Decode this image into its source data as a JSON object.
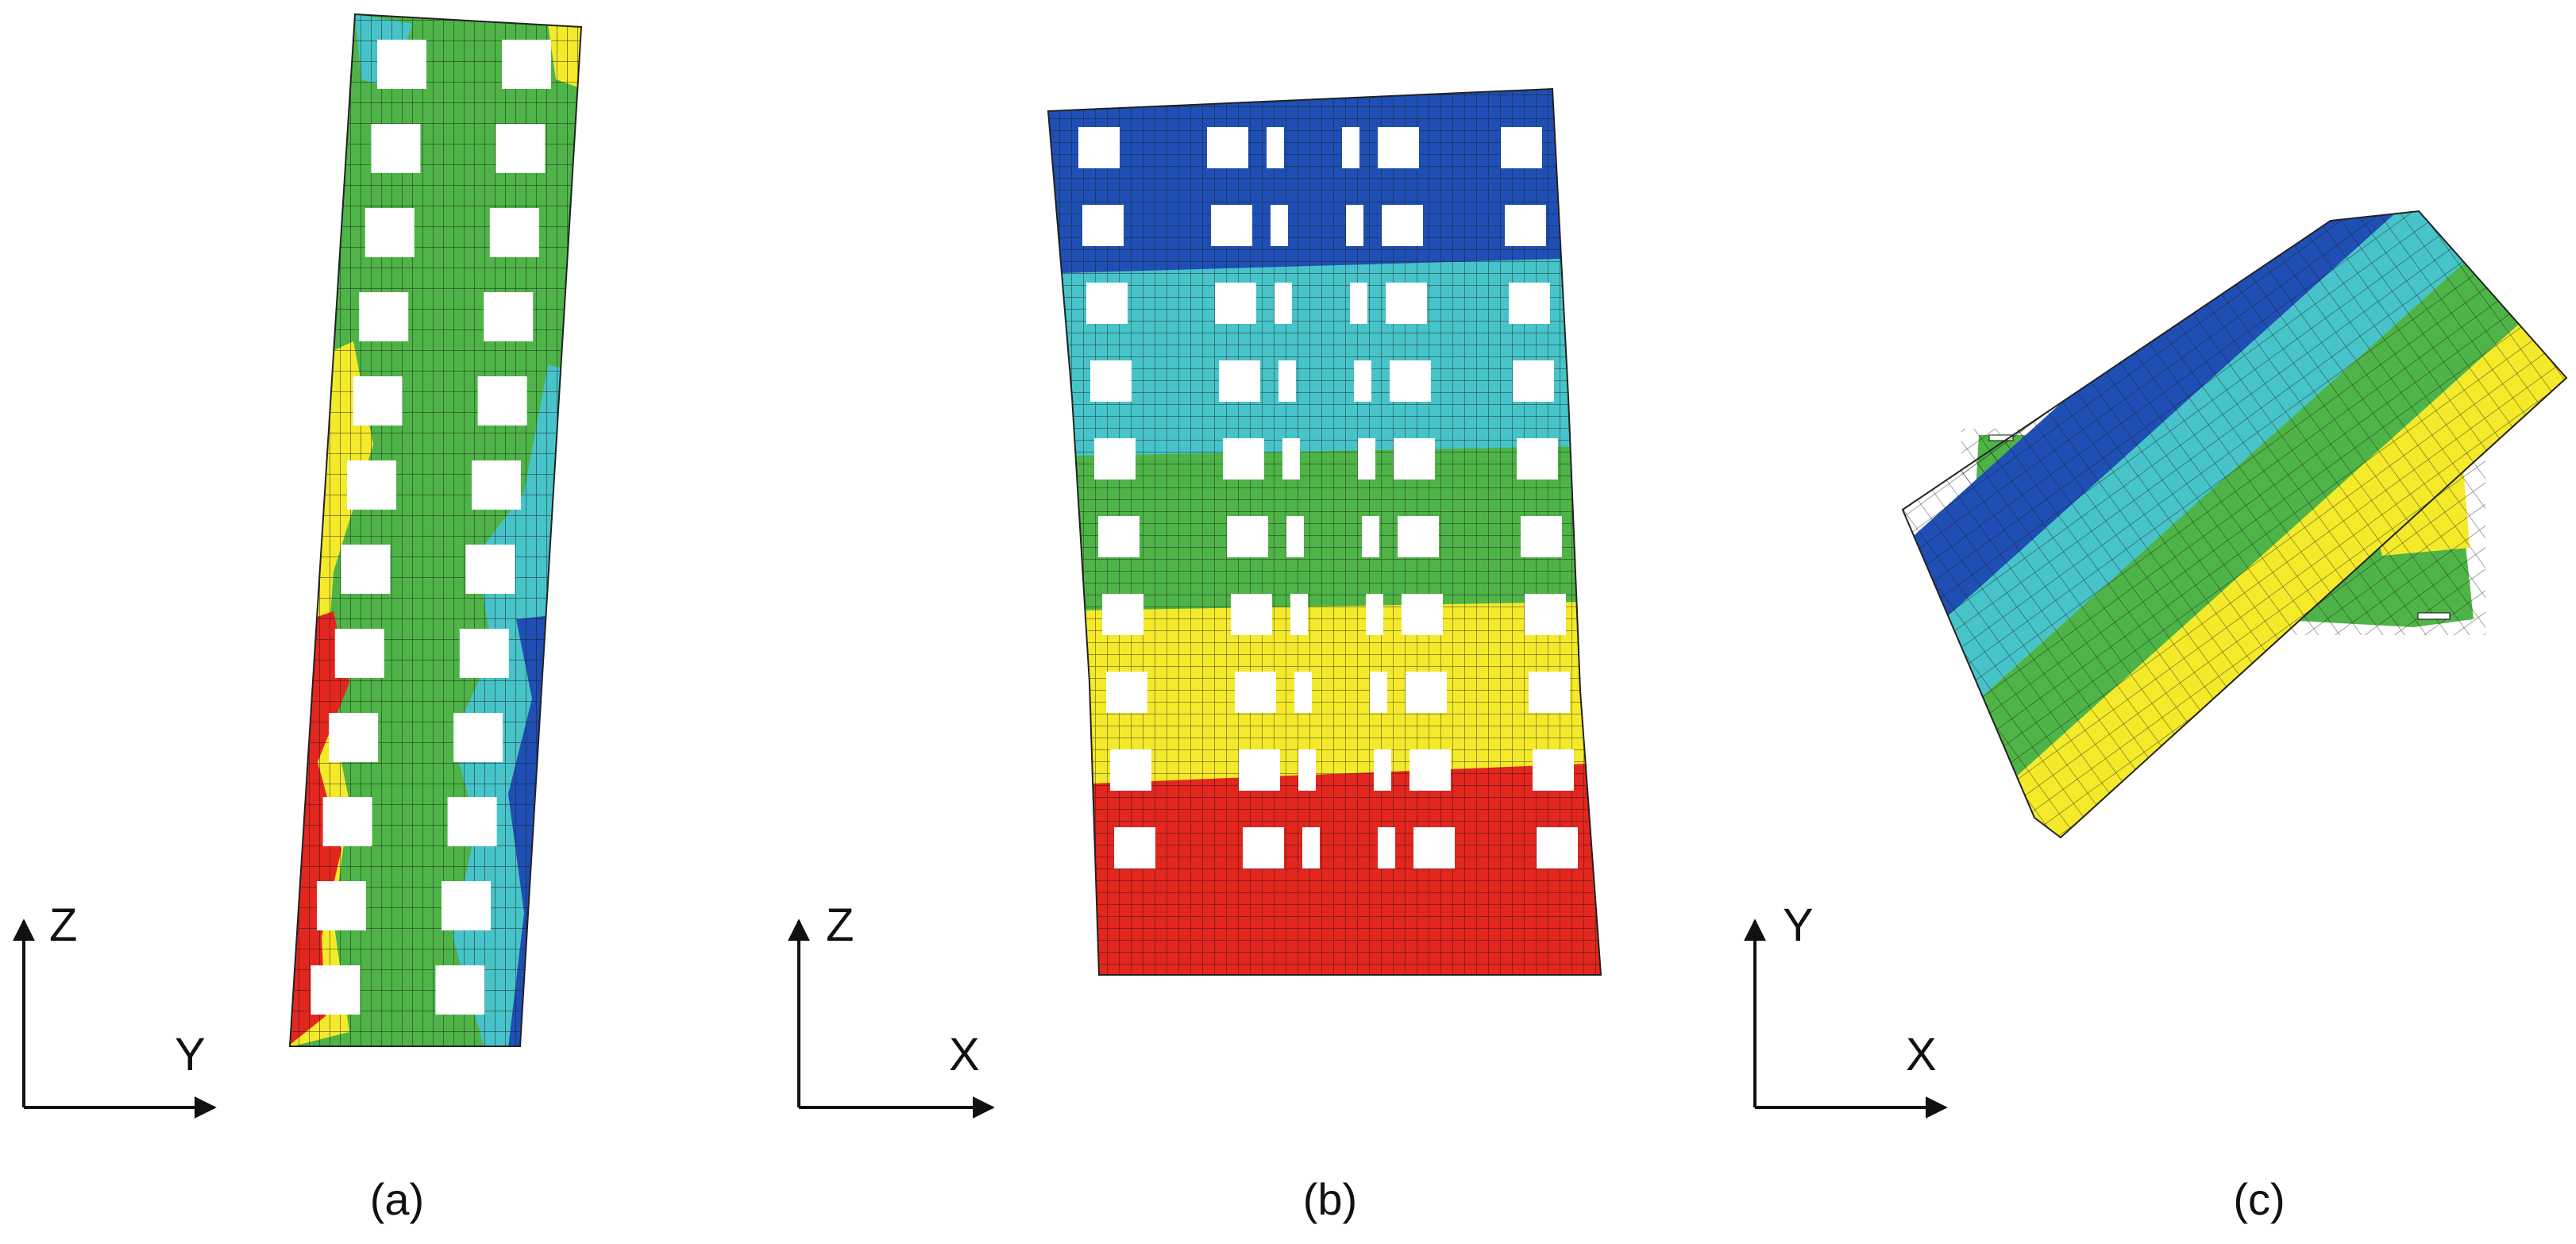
{
  "colors": {
    "blue": "#1f4fb4",
    "cyan": "#47c4c9",
    "green": "#4eb447",
    "yellow": "#f4ea2a",
    "red": "#e3261e",
    "mesh": "#1a1a1a",
    "axis": "#111111"
  },
  "panels": [
    {
      "id": "a",
      "caption": "(a)",
      "axes": {
        "vertical": "Z",
        "horizontal": "Y"
      },
      "view": "side-elevation"
    },
    {
      "id": "b",
      "caption": "(b)",
      "axes": {
        "vertical": "Z",
        "horizontal": "X"
      },
      "view": "front-elevation"
    },
    {
      "id": "c",
      "caption": "(c)",
      "axes": {
        "vertical": "Y",
        "horizontal": "X"
      },
      "view": "plan-top"
    }
  ]
}
